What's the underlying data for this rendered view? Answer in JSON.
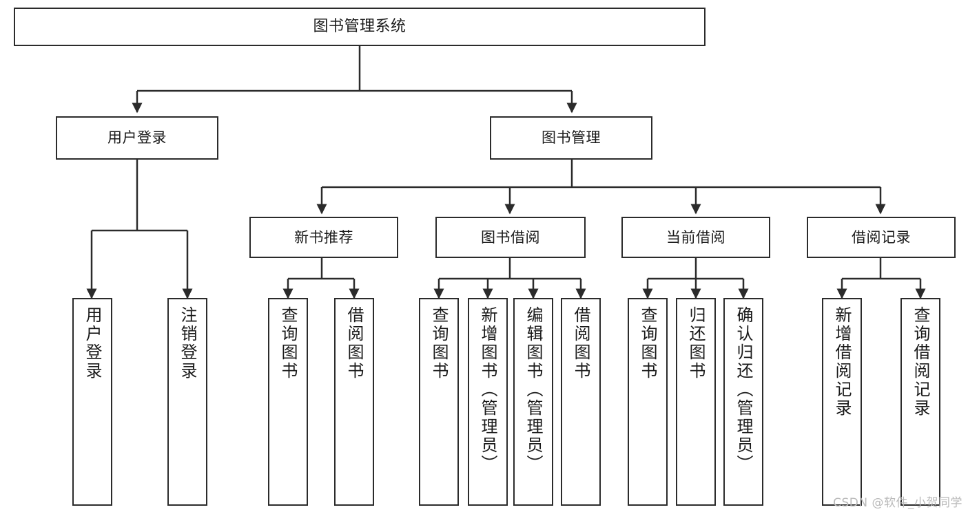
{
  "diagram": {
    "title": "图书管理系统",
    "type": "tree-hierarchy-chart",
    "root": {
      "label": "图书管理系统"
    },
    "level2": [
      {
        "label": "用户登录"
      },
      {
        "label": "图书管理"
      }
    ],
    "level3": [
      {
        "label": "新书推荐"
      },
      {
        "label": "图书借阅"
      },
      {
        "label": "当前借阅"
      },
      {
        "label": "借阅记录"
      }
    ],
    "leaves_user_login": [
      {
        "label": "用户登录"
      },
      {
        "label": "注销登录"
      }
    ],
    "leaves_new_books": [
      {
        "label": "查询图书"
      },
      {
        "label": "借阅图书"
      }
    ],
    "leaves_borrow": [
      {
        "label": "查询图书"
      },
      {
        "label": "新增图书（管理员）"
      },
      {
        "label": "编辑图书（管理员）"
      },
      {
        "label": "借阅图书"
      }
    ],
    "leaves_current": [
      {
        "label": "查询图书"
      },
      {
        "label": "归还图书"
      },
      {
        "label": "确认归还（管理员）"
      }
    ],
    "leaves_records": [
      {
        "label": "新增借阅记录"
      },
      {
        "label": "查询借阅记录"
      }
    ]
  },
  "watermark": {
    "text": "CSDN @软件_小贺同学"
  },
  "colors": {
    "stroke": "#2b2b2b",
    "fill": "#ffffff",
    "text": "#1a1a1a",
    "watermark": "#b9b9b9"
  }
}
